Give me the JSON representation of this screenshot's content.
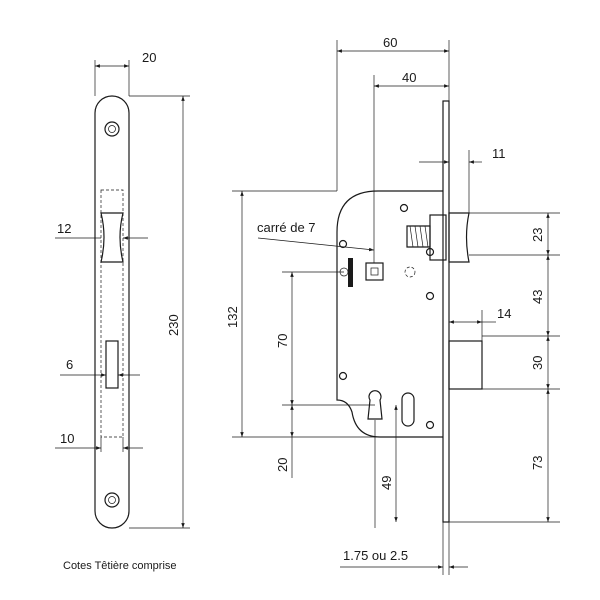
{
  "dimensions": {
    "faceplate_width": "20",
    "faceplate_length": "230",
    "latch_cutout": "12",
    "bolt_cutout": "6",
    "lower_offset": "10",
    "case_depth": "60",
    "backset": "40",
    "spindle_label": "carré de 7",
    "latch_projection": "11",
    "latch_height": "23",
    "latch_to_bolt": "43",
    "bolt_projection": "14",
    "bolt_height": "30",
    "bolt_to_bottom": "73",
    "case_height": "132",
    "spindle_to_key": "70",
    "key_to_case_bottom": "20",
    "key_to_plate_bottom": "49",
    "plate_thickness": "1.75 ou 2.5"
  },
  "note": "Cotes Têtière comprise"
}
